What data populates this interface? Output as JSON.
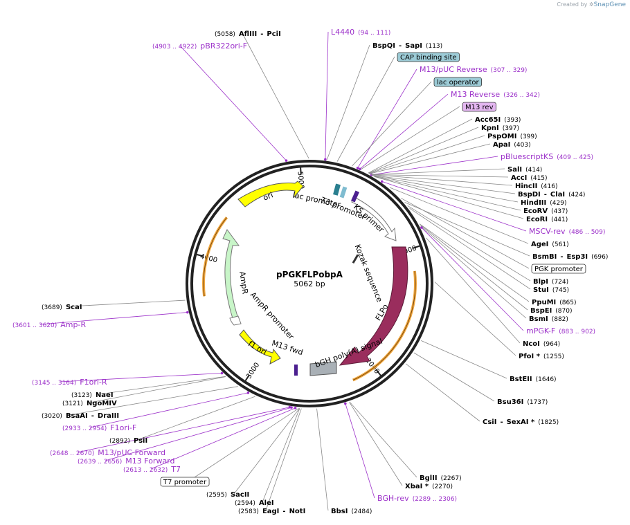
{
  "credit": {
    "prefix": "Created by",
    "brand": "SnapGene"
  },
  "plasmid": {
    "name": "pPGKFLPobpA",
    "length_label": "5062 bp",
    "length": 5062
  },
  "colors": {
    "enzyme_text": "#000000",
    "feature_text": "#9b2fc9",
    "flpo": "#9a2d5d",
    "ampr": "#c8f5c8",
    "ori": "#ffff00",
    "orf_arrow": "#f3a93f",
    "lac_operator_fill": "#9ccbd6",
    "m13rev_fill": "#e3b6f0"
  },
  "ticks": [
    {
      "label": "5000"
    },
    {
      "label": "1000"
    },
    {
      "label": "2000"
    },
    {
      "label": "3000"
    },
    {
      "label": "4000"
    }
  ],
  "inner_features": [
    {
      "name": "ori",
      "start": 4390,
      "end": 4980
    },
    {
      "name": "FLPo",
      "start": 1170,
      "end": 2190
    },
    {
      "name": "AmpR",
      "start": 3170,
      "end": 4030
    },
    {
      "name": "f1 ori",
      "start": 2720,
      "end": 3110
    }
  ],
  "labels": {
    "lac_promoter": "lac promoter",
    "t3_promoter": "T3 promoter",
    "ks_primer": "KS primer",
    "kozak": "Kozak sequence",
    "flpo": "FLPo",
    "bgh_signal": "bGH poly(A) signal",
    "m13_fwd": "M13 fwd",
    "f1_ori": "f1 ori",
    "ampr_promoter": "AmpR promoter",
    "ampr": "AmpR",
    "ori": "ori"
  },
  "outer_labels": [
    {
      "pos": "(5058)",
      "name": "AflIII",
      "name2": "PciI",
      "type": "enzyme",
      "site": 5058
    },
    {
      "pos": "(4903 .. 4922)",
      "name": "pBR322ori-F",
      "type": "feature",
      "site": 4912
    },
    {
      "name": "L4440",
      "pos": "(94 .. 111)",
      "type": "feature",
      "site": 102
    },
    {
      "name": "BspQI",
      "name2": "SapI",
      "pos": "(113)",
      "type": "enzyme",
      "site": 113
    },
    {
      "name": "CAP binding site",
      "type": "box",
      "site": 180
    },
    {
      "name": "M13/pUC Reverse",
      "pos": "(307 .. 329)",
      "type": "feature",
      "site": 318
    },
    {
      "name": "lac operator",
      "type": "box",
      "site": 280
    },
    {
      "name": "M13 Reverse",
      "pos": "(326 .. 342)",
      "type": "feature",
      "site": 334
    },
    {
      "name": "M13 rev",
      "type": "box",
      "site": 340
    },
    {
      "name": "Acc65I",
      "pos": "(393)",
      "type": "enzyme",
      "site": 393
    },
    {
      "name": "KpnI",
      "pos": "(397)",
      "type": "enzyme",
      "site": 397
    },
    {
      "name": "PspOMI",
      "pos": "(399)",
      "type": "enzyme",
      "site": 399
    },
    {
      "name": "ApaI",
      "pos": "(403)",
      "type": "enzyme",
      "site": 403
    },
    {
      "name": "pBluescriptKS",
      "pos": "(409 .. 425)",
      "type": "feature",
      "site": 417
    },
    {
      "name": "SalI",
      "pos": "(414)",
      "type": "enzyme",
      "site": 414
    },
    {
      "name": "AccI",
      "pos": "(415)",
      "type": "enzyme",
      "site": 415
    },
    {
      "name": "HincII",
      "pos": "(416)",
      "type": "enzyme",
      "site": 416
    },
    {
      "name": "BspDI",
      "name2": "ClaI",
      "pos": "(424)",
      "type": "enzyme",
      "site": 424
    },
    {
      "name": "HindIII",
      "pos": "(429)",
      "type": "enzyme",
      "site": 429
    },
    {
      "name": "EcoRV",
      "pos": "(437)",
      "type": "enzyme",
      "site": 437
    },
    {
      "name": "EcoRI",
      "pos": "(441)",
      "type": "enzyme",
      "site": 441
    },
    {
      "name": "MSCV-rev",
      "pos": "(486 .. 509)",
      "type": "feature",
      "site": 497
    },
    {
      "name": "AgeI",
      "pos": "(561)",
      "type": "enzyme",
      "site": 561
    },
    {
      "name": "BsmBI",
      "name2": "Esp3I",
      "pos": "(696)",
      "type": "enzyme",
      "site": 696
    },
    {
      "name": "PGK promoter",
      "type": "box",
      "site": 660
    },
    {
      "name": "BlpI",
      "pos": "(724)",
      "type": "enzyme",
      "site": 724
    },
    {
      "name": "StuI",
      "pos": "(745)",
      "type": "enzyme",
      "site": 745
    },
    {
      "name": "PpuMI",
      "pos": "(865)",
      "type": "enzyme",
      "site": 865
    },
    {
      "name": "BspEI",
      "pos": "(870)",
      "type": "enzyme",
      "site": 870
    },
    {
      "name": "BsmI",
      "pos": "(882)",
      "type": "enzyme",
      "site": 882
    },
    {
      "name": "mPGK-F",
      "pos": "(883 .. 902)",
      "type": "feature",
      "site": 892
    },
    {
      "name": "NcoI",
      "pos": "(964)",
      "type": "enzyme",
      "site": 964
    },
    {
      "name": "PfoI *",
      "pos": "(1255)",
      "type": "enzyme",
      "site": 1255
    },
    {
      "name": "BstEII",
      "pos": "(1646)",
      "type": "enzyme",
      "site": 1646
    },
    {
      "name": "Bsu36I",
      "pos": "(1737)",
      "type": "enzyme",
      "site": 1737
    },
    {
      "name": "CsiI",
      "name2": "SexAI *",
      "pos": "(1825)",
      "type": "enzyme",
      "site": 1825
    },
    {
      "name": "BglII",
      "pos": "(2267)",
      "type": "enzyme",
      "site": 2267
    },
    {
      "name": "XbaI *",
      "pos": "(2270)",
      "type": "enzyme",
      "site": 2270
    },
    {
      "name": "BGH-rev",
      "pos": "(2289 .. 2306)",
      "type": "feature",
      "site": 2297
    },
    {
      "name": "BbsI",
      "pos": "(2484)",
      "type": "enzyme",
      "site": 2484
    },
    {
      "pos": "(2583)",
      "name": "EagI",
      "name2": "NotI",
      "type": "enzyme",
      "site": 2583
    },
    {
      "pos": "(2594)",
      "name": "AleI",
      "type": "enzyme",
      "site": 2594
    },
    {
      "pos": "(2595)",
      "name": "SacII",
      "type": "enzyme",
      "site": 2595
    },
    {
      "name": "T7 promoter",
      "type": "box",
      "site": 2600
    },
    {
      "pos": "(2613 .. 2632)",
      "name": "T7",
      "type": "feature",
      "site": 2622
    },
    {
      "pos": "(2639 .. 2656)",
      "name": "M13 Forward",
      "type": "feature",
      "site": 2647
    },
    {
      "pos": "(2648 .. 2670)",
      "name": "M13/pUC Forward",
      "type": "feature",
      "site": 2659
    },
    {
      "pos": "(2892)",
      "name": "PsiI",
      "type": "enzyme",
      "site": 2892
    },
    {
      "pos": "(2933 .. 2954)",
      "name": "F1ori-F",
      "type": "feature",
      "site": 2943
    },
    {
      "pos": "(3020)",
      "name": "BsaAI",
      "name2": "DraIII",
      "type": "enzyme",
      "site": 3020
    },
    {
      "pos": "(3121)",
      "name": "NgoMIV",
      "type": "enzyme",
      "site": 3121
    },
    {
      "pos": "(3123)",
      "name": "NaeI",
      "type": "enzyme",
      "site": 3123
    },
    {
      "pos": "(3145 .. 3164)",
      "name": "F1ori-R",
      "type": "feature",
      "site": 3154
    },
    {
      "pos": "(3601 .. 3620)",
      "name": "Amp-R",
      "type": "feature",
      "site": 3610
    },
    {
      "pos": "(3689)",
      "name": "ScaI",
      "type": "enzyme",
      "site": 3689
    }
  ]
}
